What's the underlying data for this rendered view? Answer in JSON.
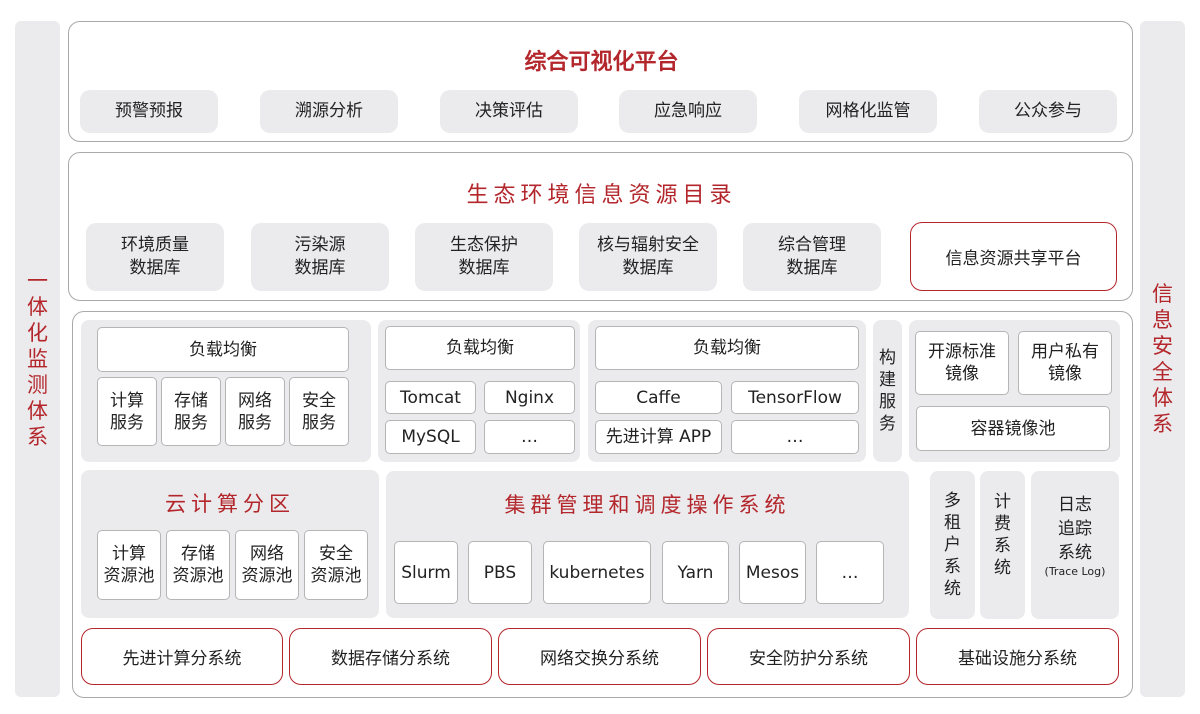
{
  "left_sidebar": {
    "label": "一体化监测体系"
  },
  "right_sidebar": {
    "label": "信息安全体系"
  },
  "visualization_platform": {
    "title": "综合可视化平台",
    "items": [
      "预警预报",
      "溯源分析",
      "决策评估",
      "应急响应",
      "网格化监管",
      "公众参与"
    ]
  },
  "resource_catalog": {
    "title": "生态环境信息资源目录",
    "databases": [
      {
        "line1": "环境质量",
        "line2": "数据库"
      },
      {
        "line1": "污染源",
        "line2": "数据库"
      },
      {
        "line1": "生态保护",
        "line2": "数据库"
      },
      {
        "line1": "核与辐射安全",
        "line2": "数据库"
      },
      {
        "line1": "综合管理",
        "line2": "数据库"
      }
    ],
    "sharing_platform": "信息资源共享平台"
  },
  "service_layer": {
    "group1": {
      "load_balancer": "负载均衡",
      "services": [
        {
          "line1": "计算",
          "line2": "服务"
        },
        {
          "line1": "存储",
          "line2": "服务"
        },
        {
          "line1": "网络",
          "line2": "服务"
        },
        {
          "line1": "安全",
          "line2": "服务"
        }
      ]
    },
    "group2": {
      "load_balancer": "负载均衡",
      "apps": [
        "Tomcat",
        "Nginx",
        "MySQL",
        "…"
      ]
    },
    "group3": {
      "load_balancer": "负载均衡",
      "apps": [
        "Caffe",
        "TensorFlow",
        "先进计算 APP",
        "…"
      ]
    },
    "build_service": "构建服务",
    "images": {
      "open_source": {
        "line1": "开源标准",
        "line2": "镜像"
      },
      "private": {
        "line1": "用户私有",
        "line2": "镜像"
      },
      "pool": "容器镜像池"
    }
  },
  "cloud_partition": {
    "title": "云计算分区",
    "pools": [
      {
        "line1": "计算",
        "line2": "资源池"
      },
      {
        "line1": "存储",
        "line2": "资源池"
      },
      {
        "line1": "网络",
        "line2": "资源池"
      },
      {
        "line1": "安全",
        "line2": "资源池"
      }
    ]
  },
  "cluster_management": {
    "title": "集群管理和调度操作系统",
    "schedulers": [
      "Slurm",
      "PBS",
      "kubernetes",
      "Yarn",
      "Mesos",
      "…"
    ]
  },
  "side_systems": {
    "multi_tenant": "多租户系统",
    "billing": "计费系统",
    "log_trace": {
      "line1": "日志",
      "line2": "追踪",
      "line3": "系统",
      "line4": "(Trace Log)"
    }
  },
  "subsystems": [
    "先进计算分系统",
    "数据存储分系统",
    "网络交换分系统",
    "安全防护分系统",
    "基础设施分系统"
  ],
  "colors": {
    "accent_red": "#b3262b",
    "grey_fill": "#ebebed",
    "border_grey": "#a9a9a9"
  }
}
